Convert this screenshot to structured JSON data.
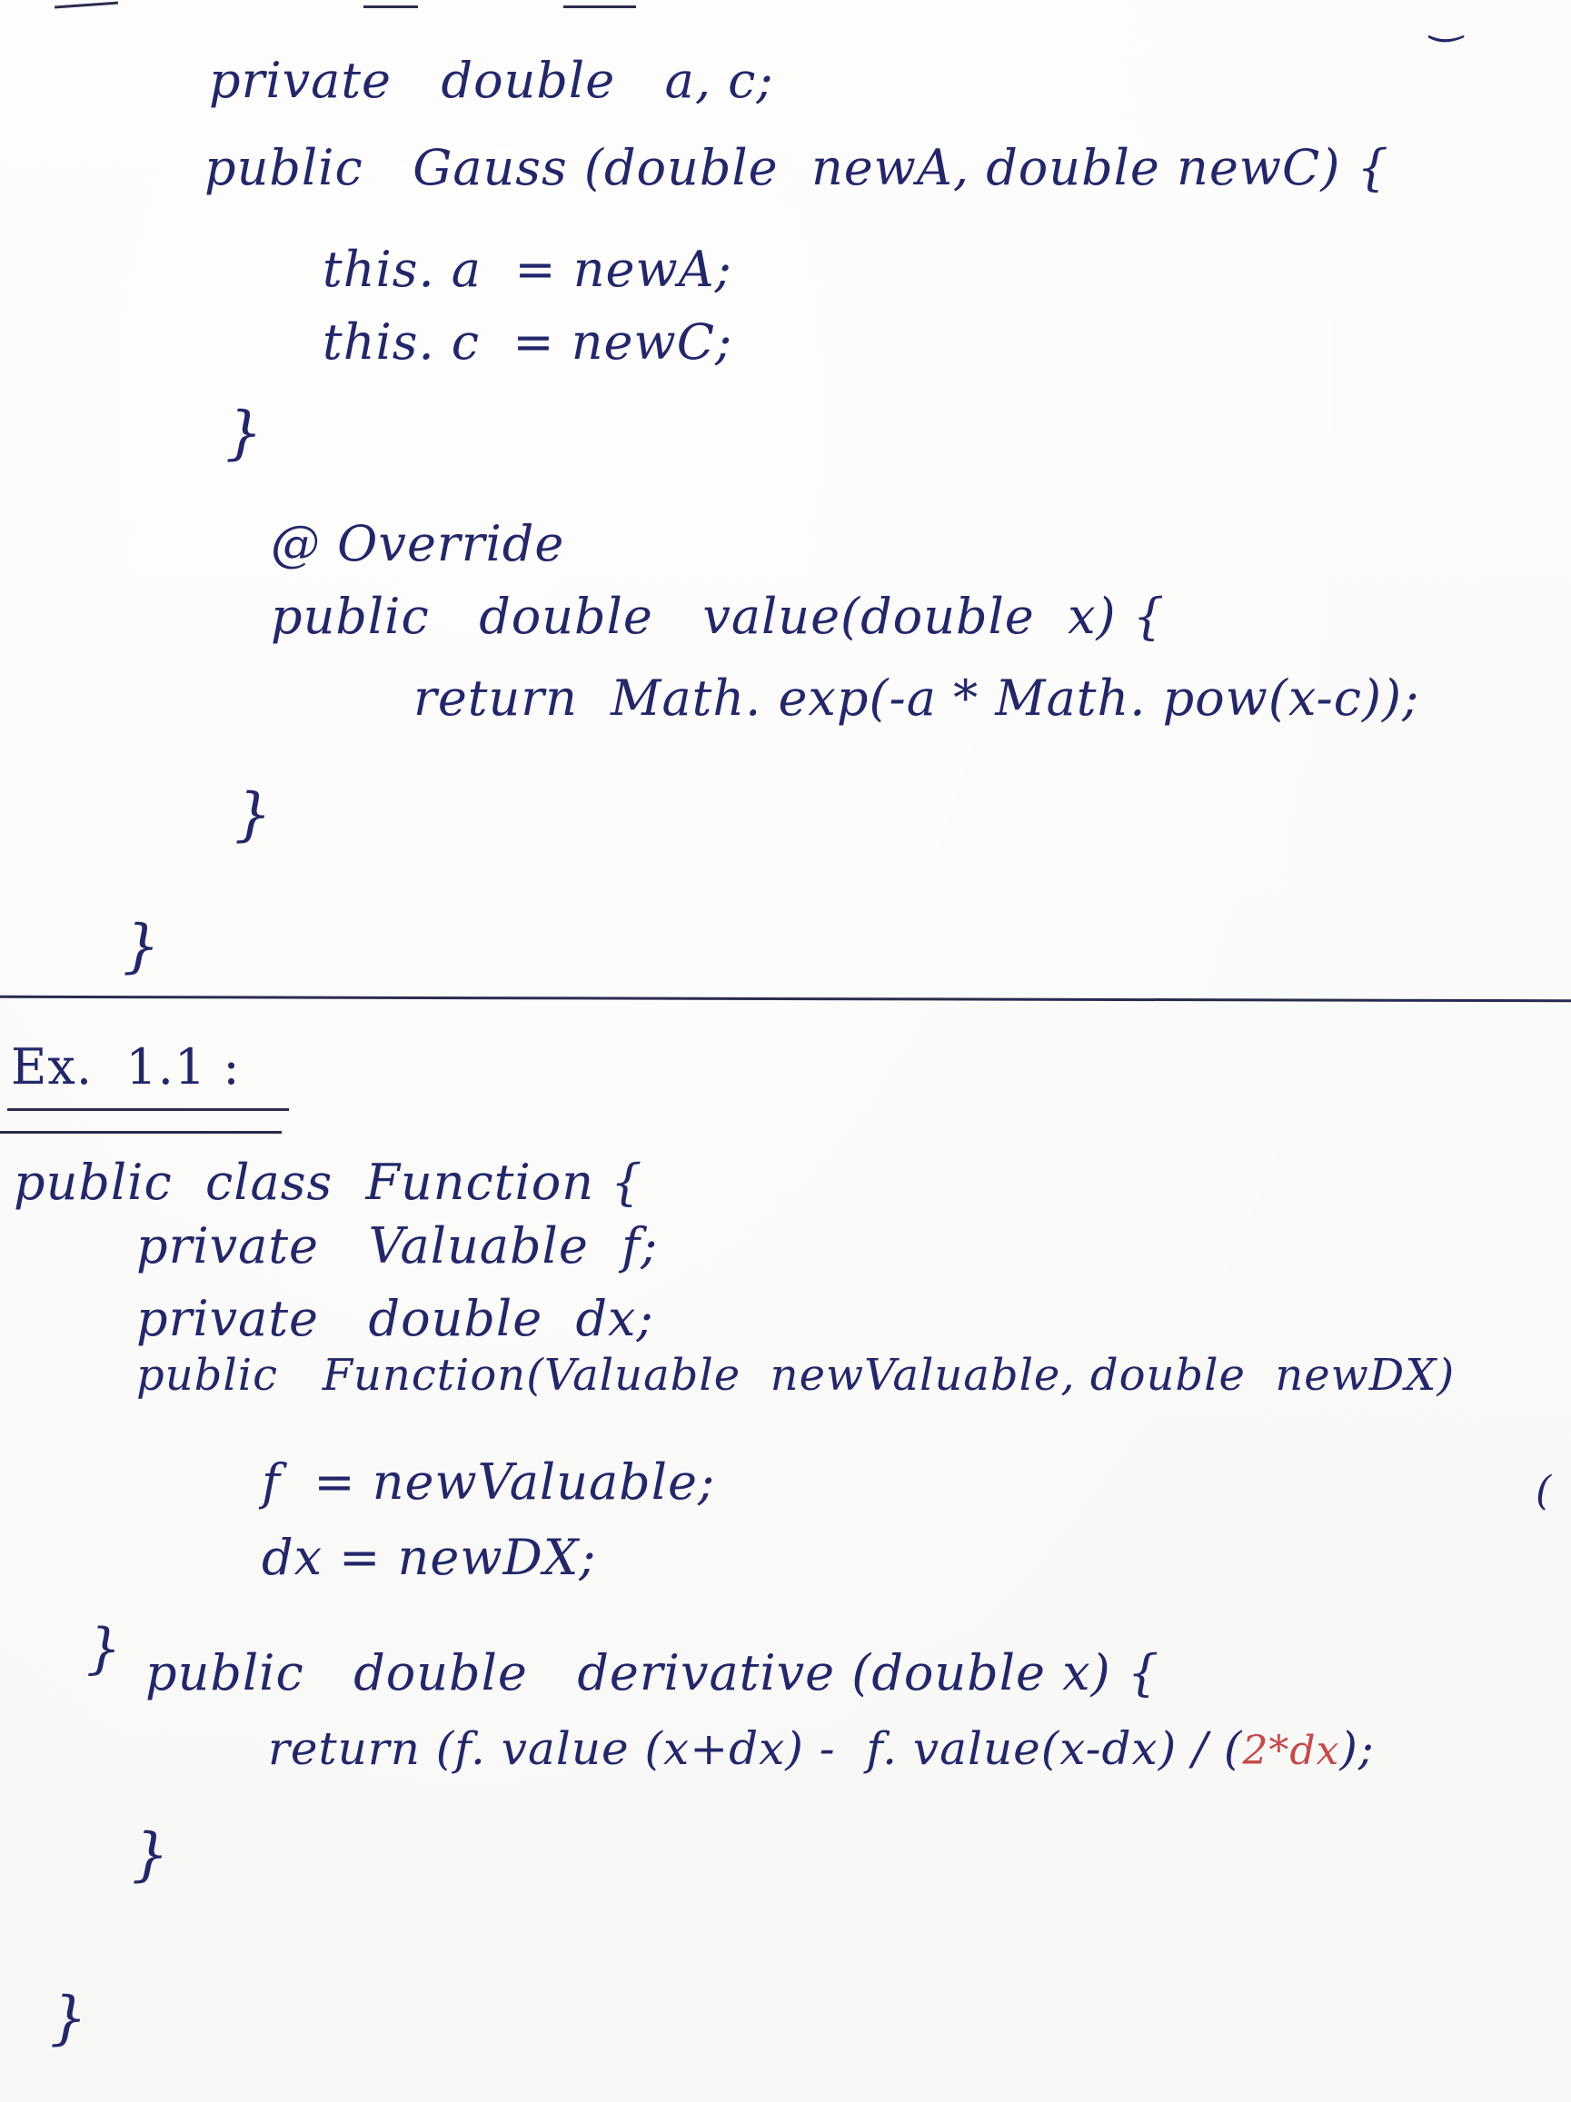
{
  "top_section": {
    "line1": "private   double   a, c;",
    "line2": "public   Gauss (double  newA, double newC) {",
    "line3": "this. a  = newA;",
    "line4": "this. c  = newC;",
    "brace1": "}",
    "line5": "@ Override",
    "line6": "public   double   value(double  x) {",
    "line7": "return  Math. exp(-a * Math. pow(x-c));",
    "brace2": "}",
    "brace3": "}"
  },
  "exercise": {
    "heading": "Ex.  1.1 :",
    "line1": "public  class  Function {",
    "line2": "private   Valuable  f;",
    "line3": "private   double  dx;",
    "line4": "public   Function(Valuable  newValuable, double  newDX)",
    "line5": "f  = newValuable;",
    "line6": "dx = newDX;",
    "brace1": "}",
    "line7": "public   double   derivative (double x) {",
    "line8": "return (f. value (x+dx) -  f. value(x-dx) / (",
    "line8_correction": "2*dx",
    "line8_end": ");",
    "brace2": "}",
    "brace3": "}"
  }
}
